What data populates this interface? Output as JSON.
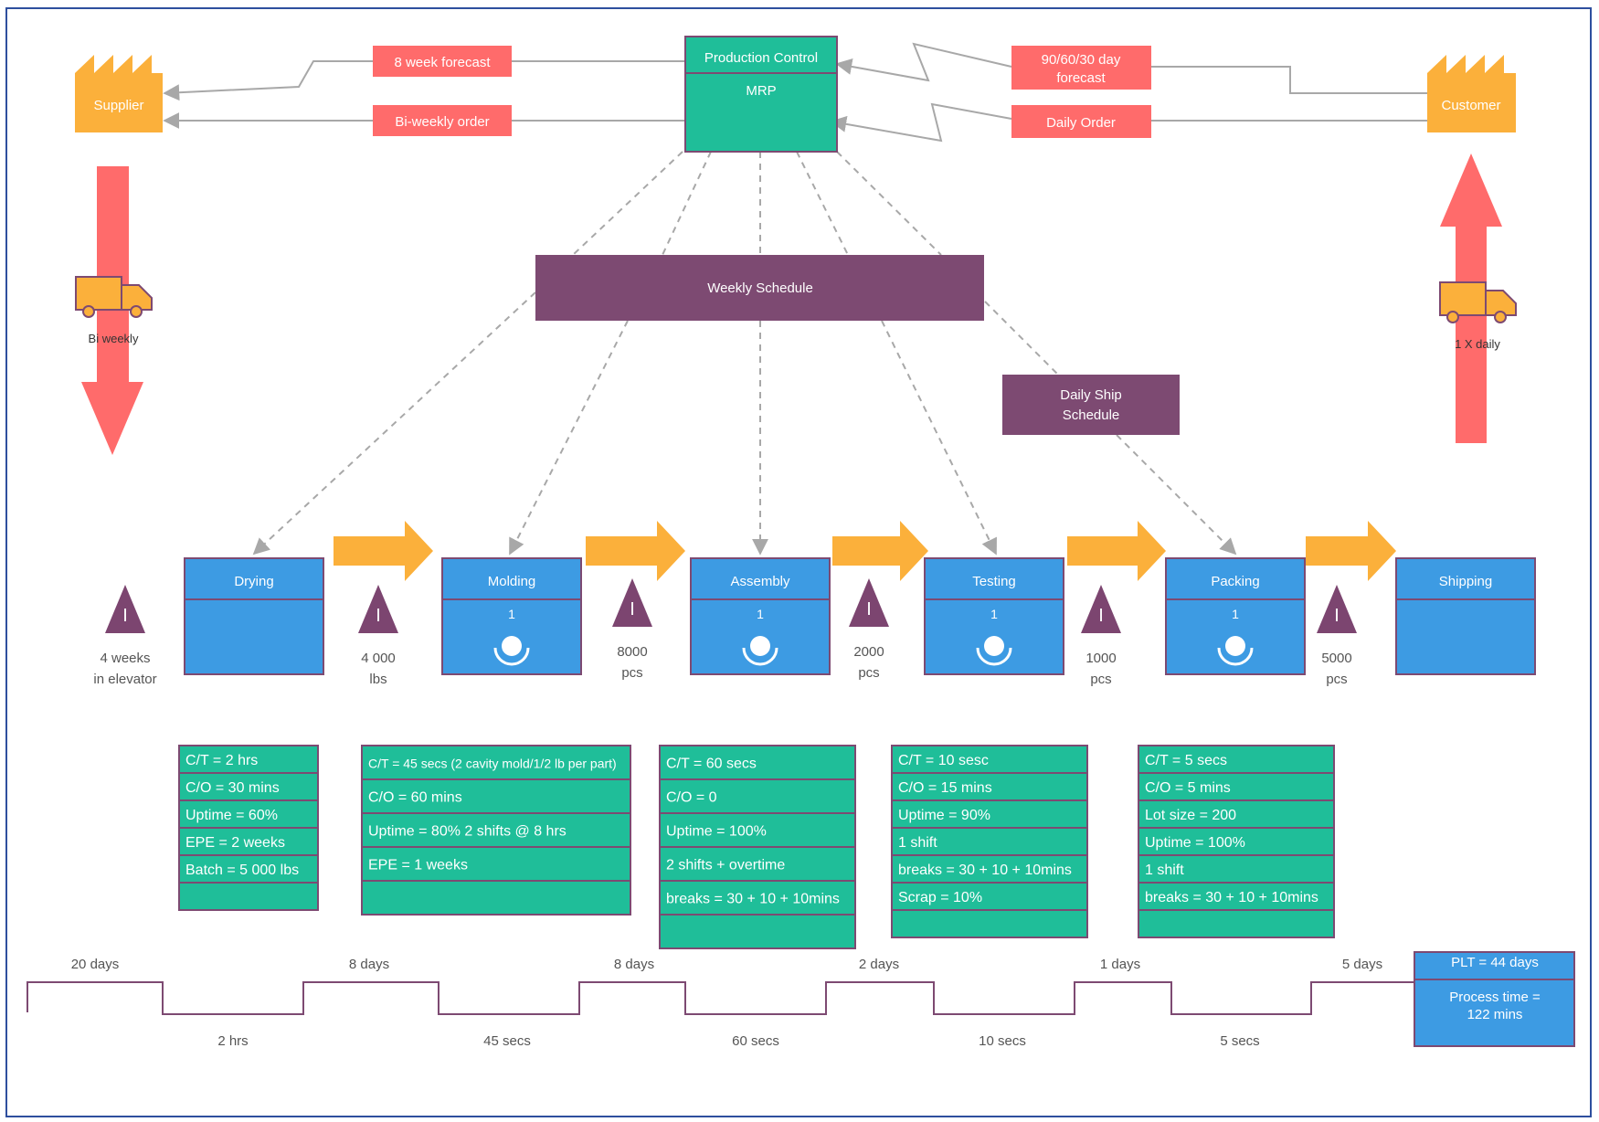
{
  "colors": {
    "teal": "#1fbe99",
    "red": "#ff6b6b",
    "orange": "#fbb03b",
    "purple": "#7d4a72",
    "blue": "#3d9be3",
    "triangle": "#7c4570",
    "border": "#2e4f9e"
  },
  "production_control": {
    "title": "Production Control",
    "subtitle": "MRP"
  },
  "supplier": {
    "label": "Supplier"
  },
  "customer": {
    "label": "Customer"
  },
  "info_flows": {
    "forecast_supplier": "8 week forecast",
    "order_supplier": "Bi-weekly order",
    "forecast_customer_line1": "90/60/30 day",
    "forecast_customer_line2": "forecast",
    "order_customer": "Daily Order"
  },
  "schedules": {
    "weekly": "Weekly Schedule",
    "daily_ship_line1": "Daily Ship",
    "daily_ship_line2": "Schedule"
  },
  "shipments": {
    "inbound_label": "Bi weekly",
    "outbound_label": "1 X daily"
  },
  "processes": [
    {
      "name": "Drying",
      "operators": ""
    },
    {
      "name": "Molding",
      "operators": "1"
    },
    {
      "name": "Assembly",
      "operators": "1"
    },
    {
      "name": "Testing",
      "operators": "1"
    },
    {
      "name": "Packing",
      "operators": "1"
    },
    {
      "name": "Shipping",
      "operators": ""
    }
  ],
  "inventory": [
    {
      "symbol": "I",
      "line1": "4 weeks",
      "line2": "in elevator"
    },
    {
      "symbol": "I",
      "line1": "4 000",
      "line2": "lbs"
    },
    {
      "symbol": "I",
      "line1": "8000",
      "line2": "pcs"
    },
    {
      "symbol": "I",
      "line1": "2000",
      "line2": "pcs"
    },
    {
      "symbol": "I",
      "line1": "1000",
      "line2": "pcs"
    },
    {
      "symbol": "I",
      "line1": "5000",
      "line2": "pcs"
    }
  ],
  "data_boxes": [
    {
      "rows": [
        "C/T = 2 hrs",
        "C/O = 30 mins",
        "Uptime = 60%",
        "EPE = 2 weeks",
        "Batch = 5 000 lbs",
        ""
      ]
    },
    {
      "rows": [
        "C/T = 45 secs (2 cavity mold/1/2 lb per part)",
        "C/O = 60 mins",
        "Uptime = 80% 2 shifts @ 8 hrs",
        "EPE = 1 weeks",
        ""
      ]
    },
    {
      "rows": [
        "C/T = 60 secs",
        "C/O = 0",
        "Uptime = 100%",
        "2 shifts + overtime",
        "breaks = 30 + 10 + 10mins",
        ""
      ]
    },
    {
      "rows": [
        "C/T = 10 sesc",
        "C/O = 15 mins",
        "Uptime = 90%",
        "1 shift",
        "breaks = 30 + 10 + 10mins",
        "Scrap = 10%",
        ""
      ]
    },
    {
      "rows": [
        "C/T = 5 secs",
        "C/O = 5 mins",
        "Lot size = 200",
        "Uptime = 100%",
        "1 shift",
        "breaks = 30 + 10 + 10mins",
        ""
      ]
    }
  ],
  "timeline": {
    "lead_times": [
      "20 days",
      "8 days",
      "8 days",
      "2 days",
      "1 days",
      "5 days"
    ],
    "process_times": [
      "2 hrs",
      "45 secs",
      "60 secs",
      "10 secs",
      "5 secs"
    ],
    "summary_plt": "PLT = 44 days",
    "summary_process_line1": "Process time =",
    "summary_process_line2": "122 mins"
  }
}
